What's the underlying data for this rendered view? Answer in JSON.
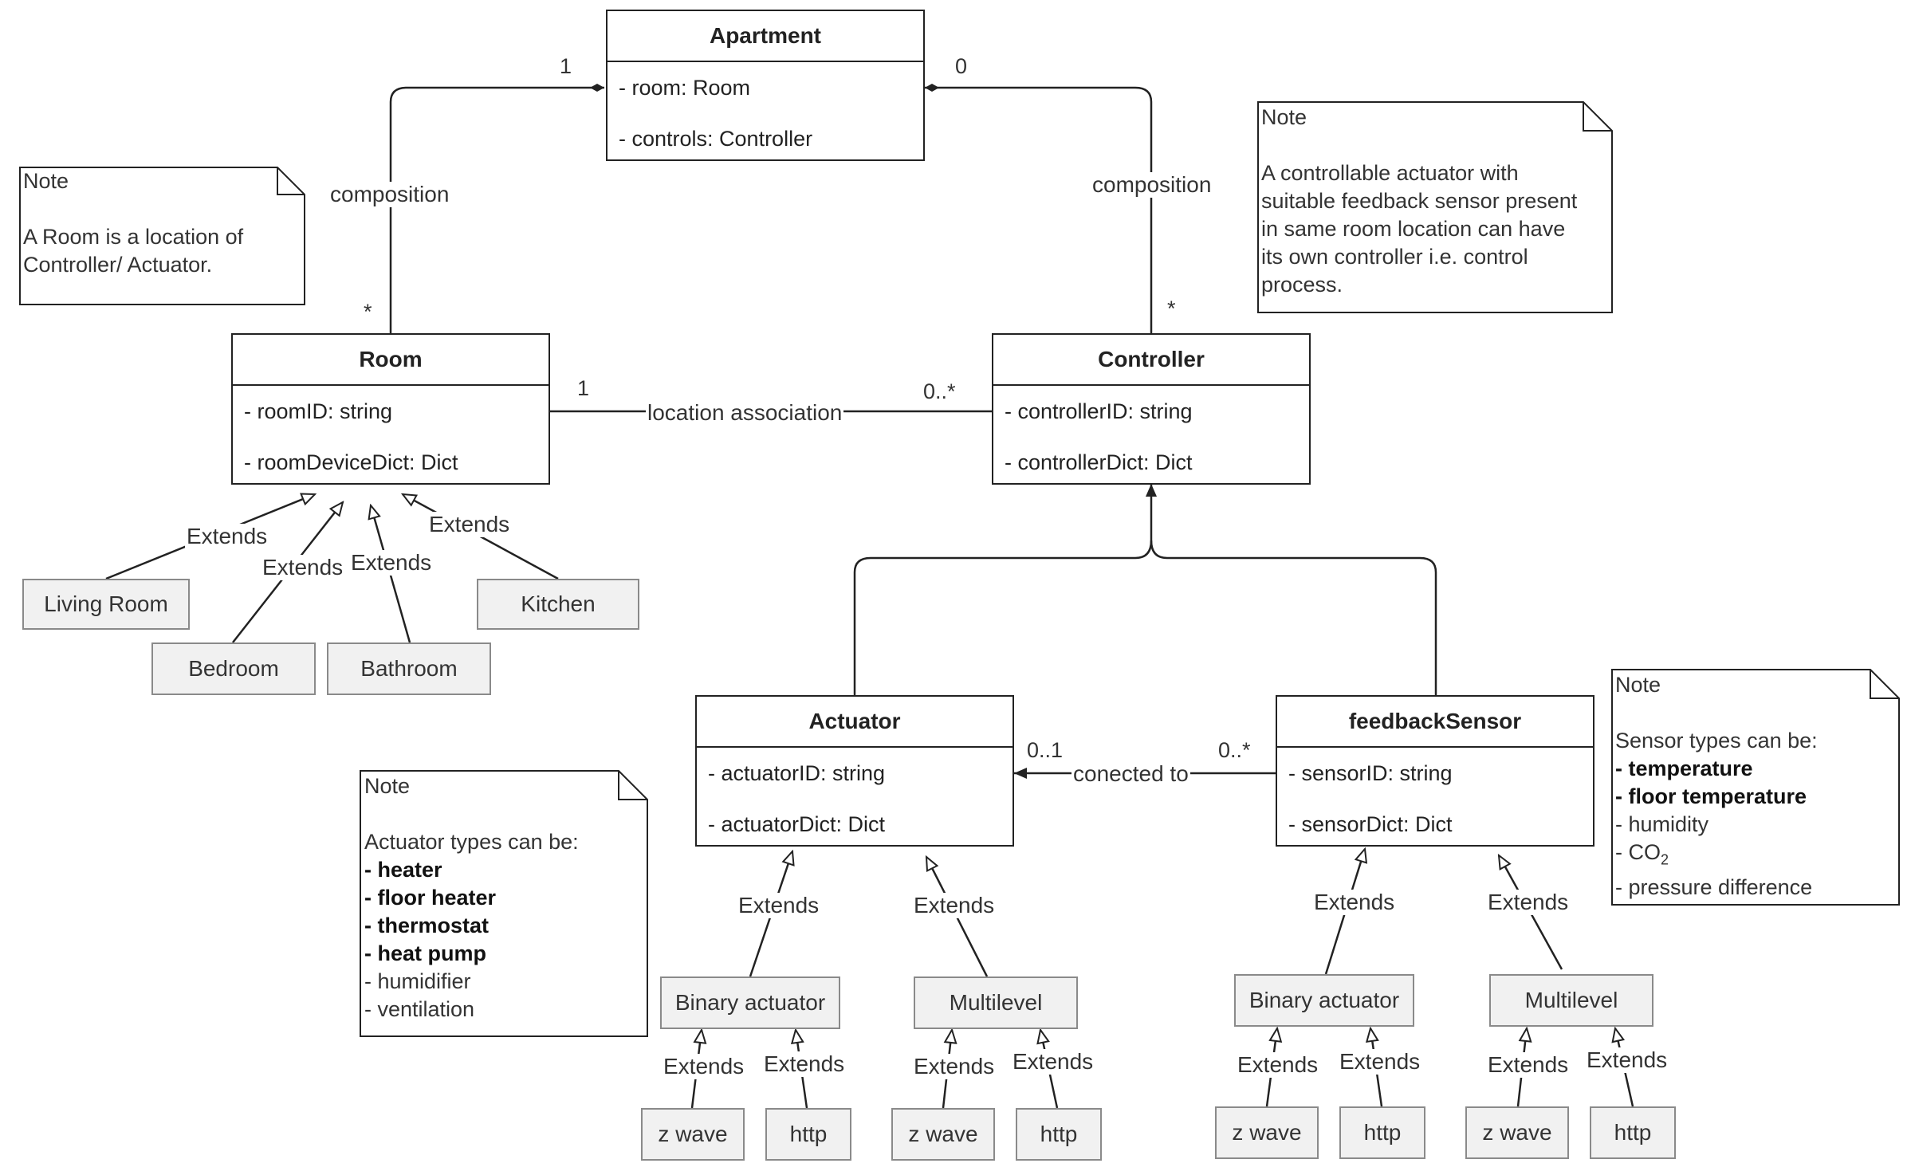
{
  "classes": {
    "apartment": {
      "title": "Apartment",
      "attrs": [
        "- room: Room",
        "- controls: Controller"
      ]
    },
    "room": {
      "title": "Room",
      "attrs": [
        "- roomID: string",
        "- roomDeviceDict: Dict"
      ]
    },
    "controller": {
      "title": "Controller",
      "attrs": [
        "- controllerID: string",
        "- controllerDict: Dict"
      ]
    },
    "actuator": {
      "title": "Actuator",
      "attrs": [
        "- actuatorID: string",
        "- actuatorDict: Dict"
      ]
    },
    "sensor": {
      "title": "feedbackSensor",
      "attrs": [
        "- sensorID: string",
        "- sensorDict: Dict"
      ]
    }
  },
  "subclasses": {
    "living_room": "Living Room",
    "bedroom": "Bedroom",
    "bathroom": "Bathroom",
    "kitchen": "Kitchen",
    "act_binary": "Binary actuator",
    "act_multilevel": "Multilevel",
    "sen_binary": "Binary actuator",
    "sen_multilevel": "Multilevel",
    "zwave": "z wave",
    "http": "http"
  },
  "labels": {
    "composition": "composition",
    "location_association": "location association",
    "connected_to": "conected to",
    "extends": "Extends"
  },
  "multiplicities": {
    "apt_room": "1",
    "apt_ctrl": "0",
    "room_star": "*",
    "ctrl_star": "*",
    "room_loc": "1",
    "ctrl_loc": "0..*",
    "act_conn": "0..1",
    "sen_conn": "0..*"
  },
  "notes": {
    "room": {
      "title": "Note",
      "lines": [
        "A Room is a location of",
        "Controller/ Actuator."
      ]
    },
    "controller": {
      "title": "Note",
      "lines": [
        "A controllable actuator with",
        "suitable feedback sensor present",
        "in same room location can have",
        "its own controller i.e. control",
        "process."
      ]
    },
    "actuator": {
      "title": "Note",
      "intro": "Actuator types can be:",
      "bold": [
        "- heater",
        "- floor heater",
        "- thermostat",
        "- heat pump"
      ],
      "plain": [
        "- humidifier",
        "- ventilation"
      ]
    },
    "sensor": {
      "title": "Note",
      "intro": "Sensor types can be:",
      "bold": [
        "- temperature",
        "- floor temperature"
      ],
      "plain": [
        "- humidity",
        "- CO",
        "- pressure difference"
      ],
      "co2_sub": "2"
    }
  },
  "colors": {
    "line": "#222222",
    "subclass_fill": "#f1f1f1",
    "subclass_border": "#8a8a8a"
  }
}
